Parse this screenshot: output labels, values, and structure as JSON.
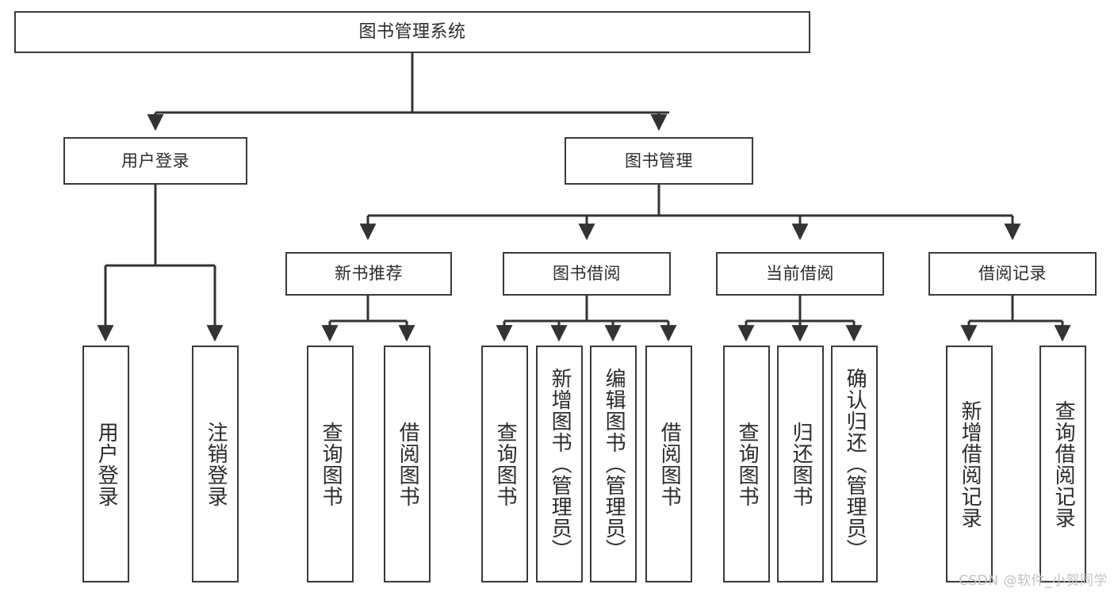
{
  "diagram": {
    "title": "图书管理系统",
    "type": "tree-hierarchy",
    "levels": 4,
    "colors": {
      "box_border": "#3a3a3a",
      "box_fill": "#ffffff",
      "connector": "#333333",
      "text": "#2b2b2b",
      "watermark": "#c2c2c2",
      "background": "#ffffff"
    }
  },
  "nodes": {
    "root": {
      "label": "图书管理系统"
    },
    "level2": [
      {
        "id": "user-login",
        "label": "用户登录"
      },
      {
        "id": "book-management",
        "label": "图书管理"
      }
    ],
    "level3": [
      {
        "id": "new-book-recommend",
        "label": "新书推荐"
      },
      {
        "id": "book-borrow",
        "label": "图书借阅"
      },
      {
        "id": "current-borrow",
        "label": "当前借阅"
      },
      {
        "id": "borrow-record",
        "label": "借阅记录"
      }
    ],
    "leaves": {
      "user_login": [
        {
          "id": "leaf-user-login",
          "label": "用户登录"
        },
        {
          "id": "leaf-logout-login",
          "label": "注销登录"
        }
      ],
      "new_book_recommend": [
        {
          "id": "leaf-query-book-1",
          "label": "查询图书"
        },
        {
          "id": "leaf-borrow-book-1",
          "label": "借阅图书"
        }
      ],
      "book_borrow": [
        {
          "id": "leaf-query-book-2",
          "label": "查询图书"
        },
        {
          "id": "leaf-add-book",
          "label": "新增图书（管理员）"
        },
        {
          "id": "leaf-edit-book",
          "label": "编辑图书（管理员）"
        },
        {
          "id": "leaf-borrow-book-2",
          "label": "借阅图书"
        }
      ],
      "current_borrow": [
        {
          "id": "leaf-query-book-3",
          "label": "查询图书"
        },
        {
          "id": "leaf-return-book",
          "label": "归还图书"
        },
        {
          "id": "leaf-confirm-return",
          "label": "确认归还（管理员）"
        }
      ],
      "borrow_record": [
        {
          "id": "leaf-add-borrow-record",
          "label": "新增借阅记录"
        },
        {
          "id": "leaf-query-borrow-record",
          "label": "查询借阅记录"
        }
      ]
    }
  },
  "watermark": {
    "text": "CSDN @软件_小贺同学"
  }
}
